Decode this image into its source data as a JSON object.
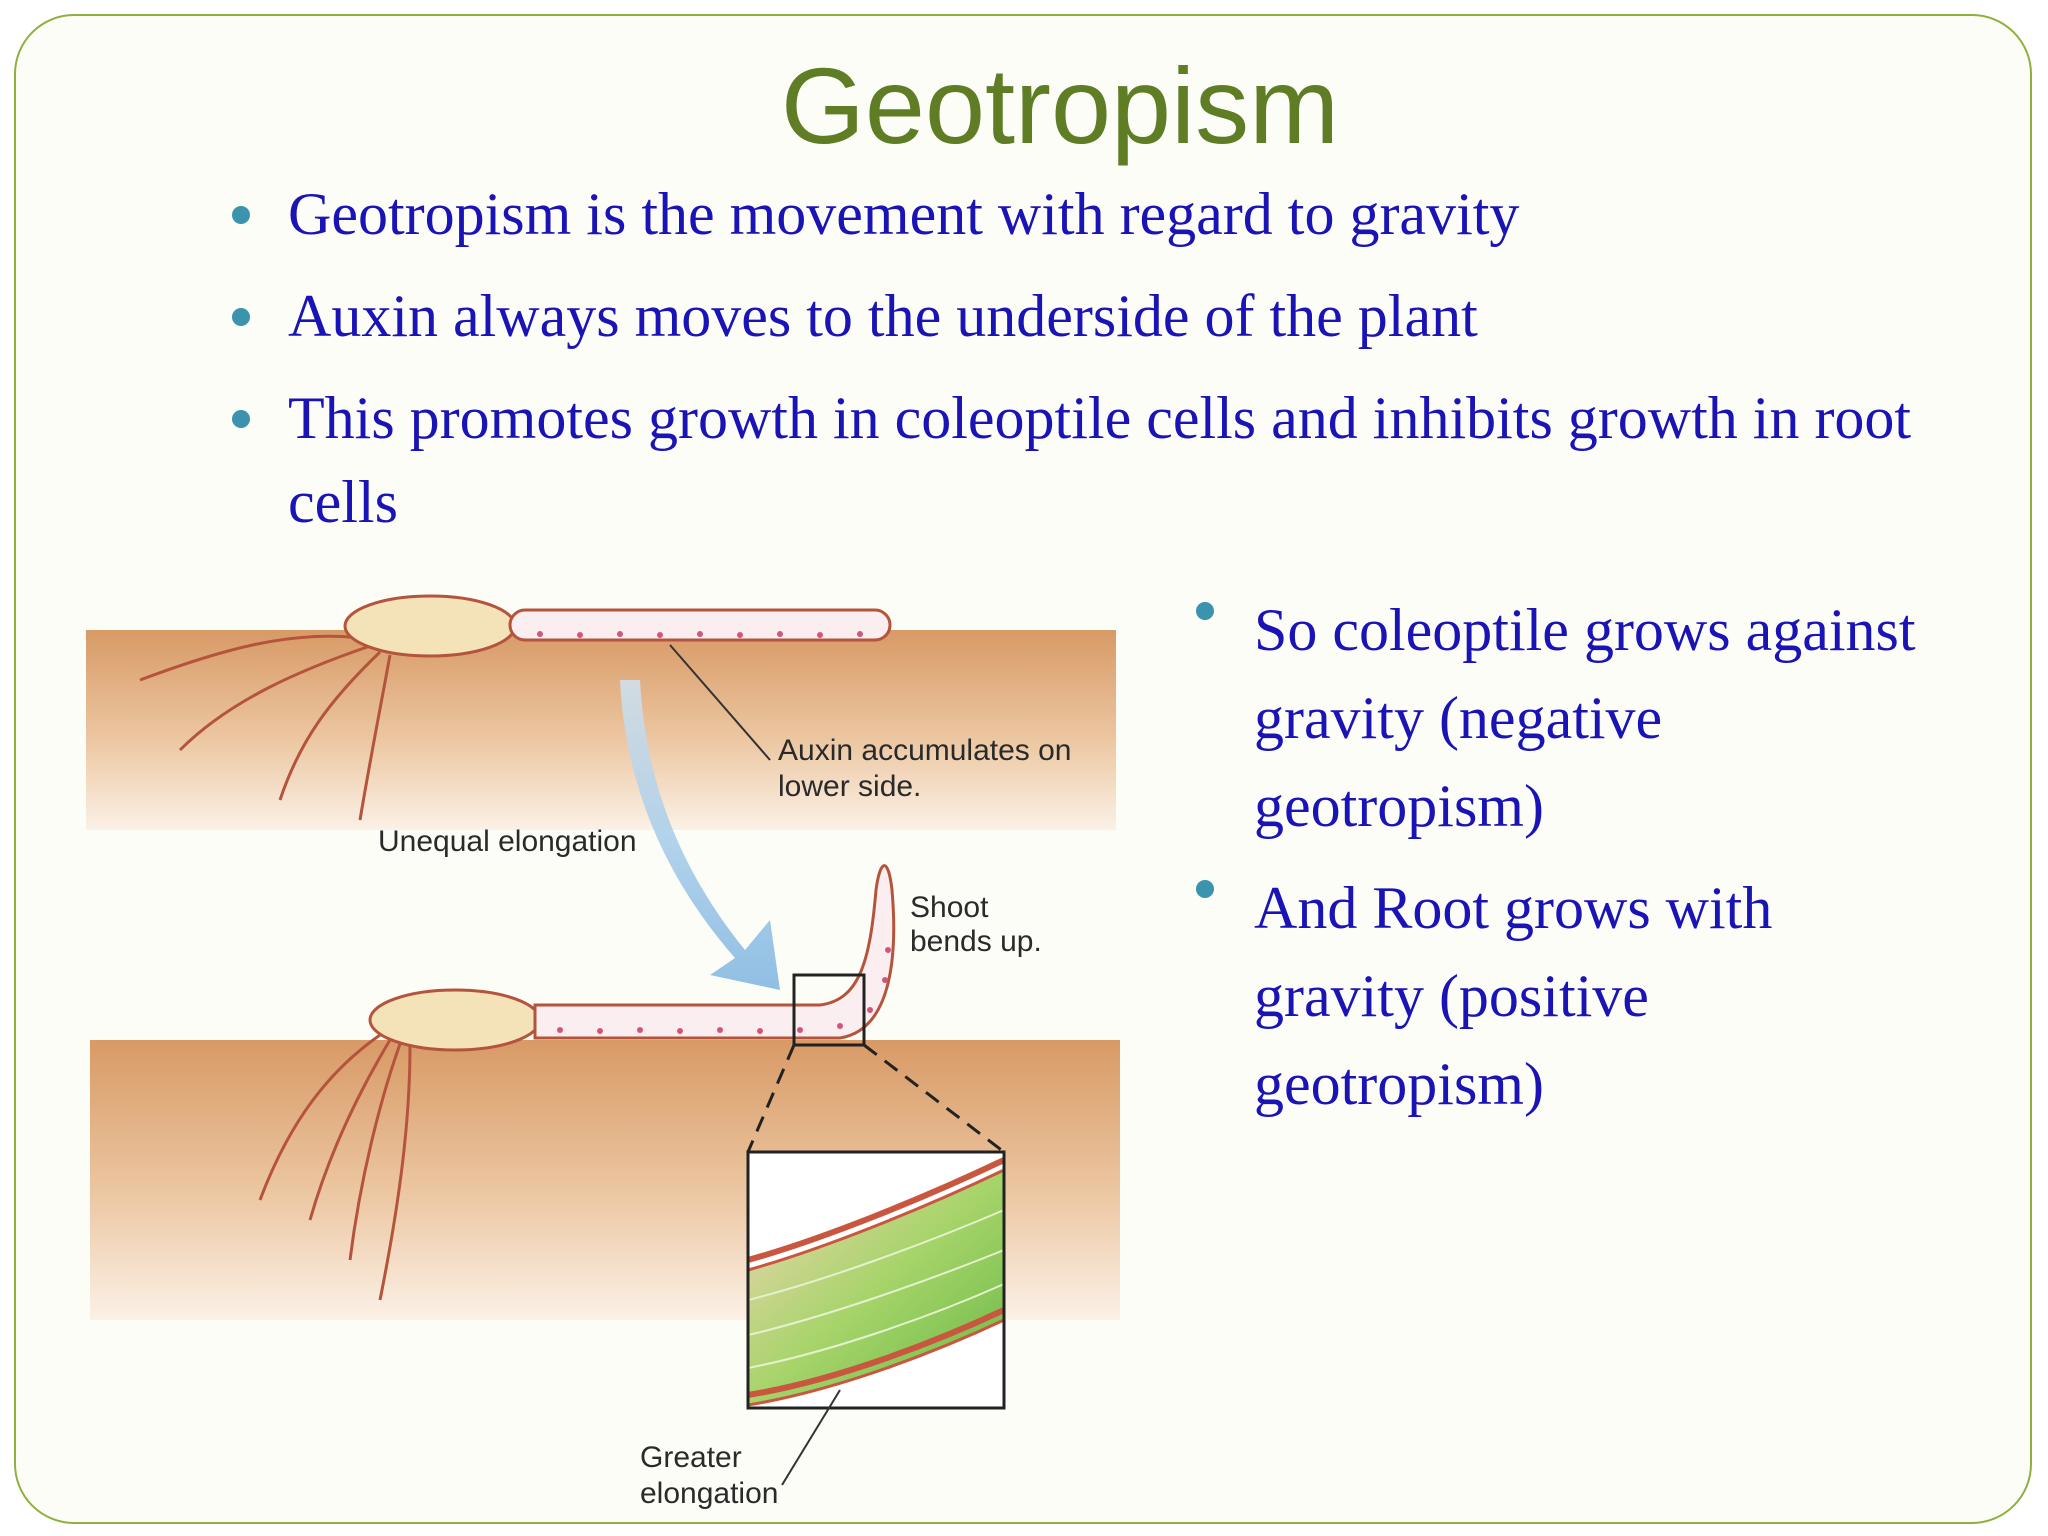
{
  "slide": {
    "title": "Geotropism",
    "bullets": [
      "Geotropism is the movement with regard to gravity",
      "Auxin always moves to the underside of the plant",
      "This promotes growth in coleoptile cells and inhibits growth in root cells"
    ],
    "side_bullets": [
      "So coleoptile grows against gravity (negative geotropism)",
      "And Root grows with gravity (positive geotropism)"
    ]
  },
  "figure": {
    "labels": {
      "auxin_line1": "Auxin accumulates on",
      "auxin_line2": "lower side.",
      "unequal": "Unequal elongation",
      "shoot_line1": "Shoot",
      "shoot_line2": "bends up.",
      "greater_line1": "Greater",
      "greater_line2": "elongation"
    }
  },
  "colors": {
    "title": "#5e7d25",
    "text": "#1a13b5",
    "bullet": "#3b93ad",
    "frame": "#8db13f",
    "soil": "#dca87a"
  }
}
